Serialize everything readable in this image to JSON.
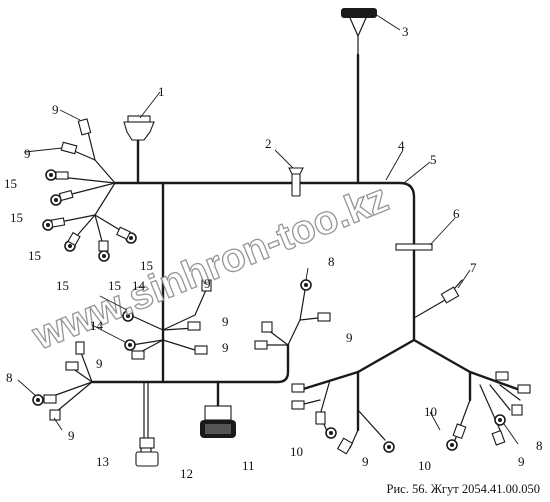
{
  "caption": "Рис. 56. Жгут 2054.41.00.050",
  "watermark": "www.sinhron-too.kz",
  "callouts": [
    "1",
    "2",
    "3",
    "4",
    "5",
    "6",
    "7",
    "8",
    "9",
    "10",
    "11",
    "12",
    "13",
    "14",
    "15"
  ]
}
